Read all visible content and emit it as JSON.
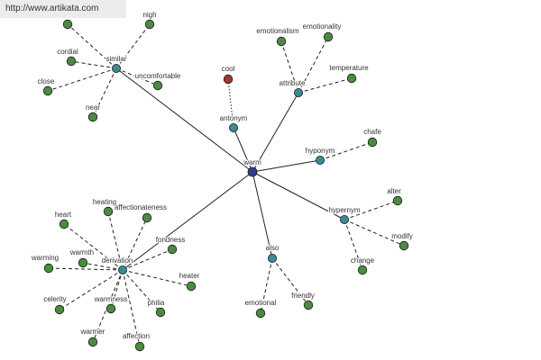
{
  "watermark": "http://www.artikata.com",
  "colors": {
    "center": "#2e3f8f",
    "relation": "#3a8b96",
    "leaf": "#4a8c3f",
    "special": "#a03538",
    "edge": "#222222"
  },
  "graph": {
    "center": {
      "id": "warm",
      "label": "warm"
    },
    "relations": [
      {
        "id": "similar",
        "label": "similar"
      },
      {
        "id": "antonym",
        "label": "antonym"
      },
      {
        "id": "attribute",
        "label": "attribute"
      },
      {
        "id": "hyponym",
        "label": "hyponym"
      },
      {
        "id": "hypernym",
        "label": "hypernym"
      },
      {
        "id": "also",
        "label": "also"
      },
      {
        "id": "derivation",
        "label": "derivation"
      }
    ],
    "leaves": [
      {
        "id": "similar-top",
        "label": "",
        "parent": "similar"
      },
      {
        "id": "nigh",
        "label": "nigh",
        "parent": "similar"
      },
      {
        "id": "cordial",
        "label": "cordial",
        "parent": "similar"
      },
      {
        "id": "uncomfortable",
        "label": "uncomfortable",
        "parent": "similar"
      },
      {
        "id": "close",
        "label": "close",
        "parent": "similar"
      },
      {
        "id": "near",
        "label": "near",
        "parent": "similar"
      },
      {
        "id": "cool",
        "label": "cool",
        "parent": "antonym",
        "special": true
      },
      {
        "id": "emotionalism",
        "label": "emotionalism",
        "parent": "attribute"
      },
      {
        "id": "emotionality",
        "label": "emotionality",
        "parent": "attribute"
      },
      {
        "id": "temperature",
        "label": "temperature",
        "parent": "attribute"
      },
      {
        "id": "chafe",
        "label": "chafe",
        "parent": "hyponym"
      },
      {
        "id": "alter",
        "label": "alter",
        "parent": "hypernym"
      },
      {
        "id": "modify",
        "label": "modify",
        "parent": "hypernym"
      },
      {
        "id": "change",
        "label": "change",
        "parent": "hypernym"
      },
      {
        "id": "emotional",
        "label": "emotional",
        "parent": "also"
      },
      {
        "id": "friendly",
        "label": "friendly",
        "parent": "also"
      },
      {
        "id": "heating",
        "label": "heating",
        "parent": "derivation"
      },
      {
        "id": "affectionateness",
        "label": "affectionateness",
        "parent": "derivation"
      },
      {
        "id": "heart",
        "label": "heart",
        "parent": "derivation"
      },
      {
        "id": "fondness",
        "label": "fondness",
        "parent": "derivation"
      },
      {
        "id": "warming",
        "label": "warming",
        "parent": "derivation"
      },
      {
        "id": "warmth",
        "label": "warmth",
        "parent": "derivation"
      },
      {
        "id": "heater",
        "label": "heater",
        "parent": "derivation"
      },
      {
        "id": "celerity",
        "label": "celerity",
        "parent": "derivation"
      },
      {
        "id": "warmness",
        "label": "warmness",
        "parent": "derivation"
      },
      {
        "id": "philia",
        "label": "philia",
        "parent": "derivation"
      },
      {
        "id": "warmer",
        "label": "warmer",
        "parent": "derivation"
      },
      {
        "id": "affection",
        "label": "affection",
        "parent": "derivation"
      }
    ]
  }
}
